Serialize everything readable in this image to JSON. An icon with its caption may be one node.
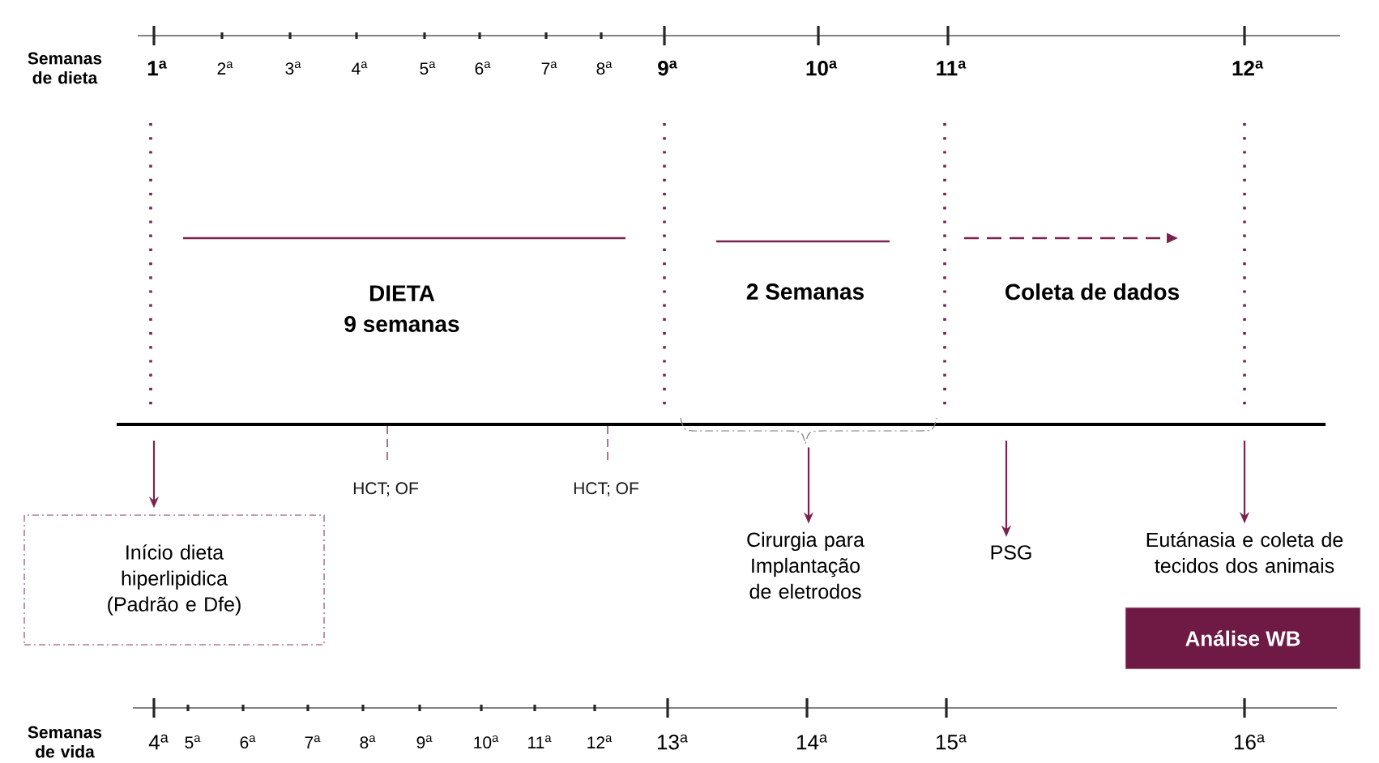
{
  "diagram": {
    "nodes": [
      {
        "text": [
          "Início dieta hiperlipidica (Padrão e Dfe)"
        ]
      },
      {
        "text": [
          "Cirurgia para Implantação de eletrodos"
        ]
      },
      {
        "text": [
          "PSG"
        ]
      },
      {
        "text": [
          "Eutánasia e coleta de tecidos dos animais"
        ]
      },
      {
        "text": [
          "Análise WB"
        ]
      },
      {
        "text": [],
        "shape": "brace"
      }
    ],
    "edges": [
      {
        "from": null,
        "to": 0,
        "arrow": "to"
      },
      {
        "from": 5,
        "to": 1,
        "arrow": "to"
      },
      {
        "from": null,
        "to": 2,
        "arrow": "to"
      },
      {
        "from": null,
        "to": 3,
        "arrow": "to"
      }
    ],
    "labels": [
      "Semanas de dieta",
      "1$^{a}$",
      "2$^{a}$",
      "3$^{a}$",
      "4$^{a}$",
      "5$^{a}$",
      "6$^{a}$",
      "7$^{a}$",
      "8$^{a}$",
      "9$^{a}$",
      "10$^{a}$",
      "11$^{a}$",
      "12$^{a}$",
      "DIETA",
      "9 semanas",
      "2 Semanas",
      "Coleta de dados",
      "HCT; OF",
      "HCT; OF",
      "Semanas de vida",
      "4$^{a}$",
      "5$^{a}$",
      "6$^{a}$",
      "7$^{a}$",
      "8$^{a}$",
      "9$^{a}$",
      "10$^{a}$",
      "11$^{a}$",
      "12$^{a}$",
      "13$^{a}$",
      "14$^{a}$",
      "15$^{a}$",
      "16$^{a}$"
    ]
  }
}
